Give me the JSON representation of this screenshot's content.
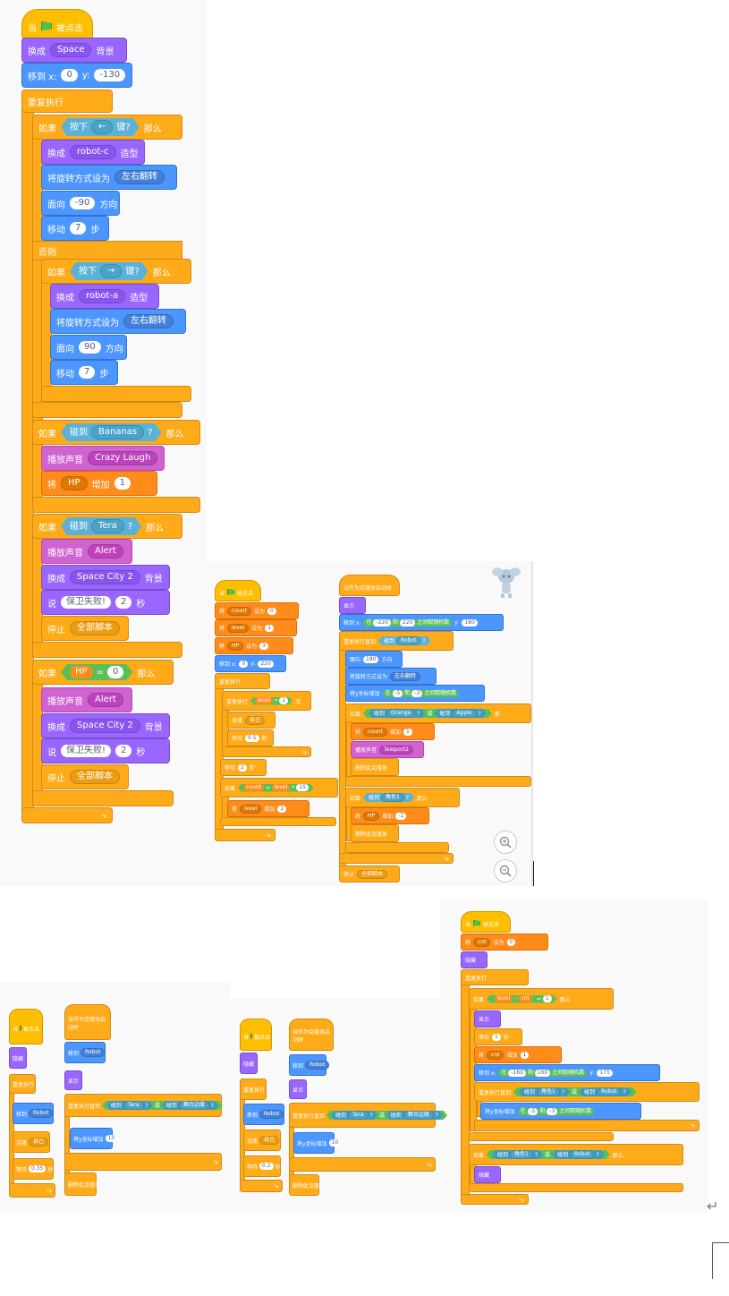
{
  "s1": {
    "hat": [
      "当",
      "被点击"
    ],
    "switch_backdrop": [
      "换成",
      "Space",
      "背景"
    ],
    "goto": [
      "移到 x:",
      "0",
      "y:",
      "-130"
    ],
    "forever": "重复执行",
    "if1": [
      "如果",
      "按下",
      "←",
      "键?",
      "那么"
    ],
    "costume1": [
      "换成",
      "robot-c",
      "造型"
    ],
    "rot1": [
      "将旋转方式设为",
      "左右翻转"
    ],
    "dir1": [
      "面向",
      "-90",
      "方向"
    ],
    "move1": [
      "移动",
      "7",
      "步"
    ],
    "else": "否则",
    "if2": [
      "如果",
      "按下",
      "→",
      "键?",
      "那么"
    ],
    "costume2": [
      "换成",
      "robot-a",
      "造型"
    ],
    "rot2": [
      "将旋转方式设为",
      "左右翻转"
    ],
    "dir2": [
      "面向",
      "90",
      "方向"
    ],
    "move2": [
      "移动",
      "7",
      "步"
    ],
    "if3": [
      "如果",
      "碰到",
      "Bananas",
      "?",
      "那么"
    ],
    "snd3": [
      "播放声音",
      "Crazy Laugh"
    ],
    "chg3": [
      "将",
      "HP",
      "增加",
      "1"
    ],
    "if4": [
      "如果",
      "碰到",
      "Tera",
      "?",
      "那么"
    ],
    "snd4": [
      "播放声音",
      "Alert"
    ],
    "bd4": [
      "换成",
      "Space City 2",
      "背景"
    ],
    "say4": [
      "说",
      "保卫失败!",
      "2",
      "秒"
    ],
    "stop4": [
      "停止",
      "全部脚本"
    ],
    "if5": [
      "如果",
      "HP",
      "=",
      "0",
      "那么"
    ],
    "snd5": [
      "播放声音",
      "Alert"
    ],
    "bd5": [
      "换成",
      "Space City 2",
      "背景"
    ],
    "say5": [
      "说",
      "保卫失败!",
      "2",
      "秒"
    ],
    "stop5": [
      "停止",
      "全部脚本"
    ]
  },
  "s2": {
    "hat": [
      "当",
      "被点击"
    ],
    "set1": [
      "将",
      "count",
      "设为",
      "0"
    ],
    "set2": [
      "将",
      "level",
      "设为",
      "1"
    ],
    "set3": [
      "将",
      "HP",
      "设为",
      "3"
    ],
    "goto": [
      "移到 x:",
      "0",
      "y:",
      "220"
    ],
    "forever": "重复执行",
    "repeat": [
      "重复执行",
      "level",
      "*",
      "1",
      "次"
    ],
    "clone": [
      "克隆",
      "自己"
    ],
    "wait1": [
      "等待",
      "0.5",
      "秒"
    ],
    "wait2": [
      "等待",
      "2",
      "秒"
    ],
    "if": [
      "如果",
      "count",
      ">",
      "level",
      "*",
      "15"
    ],
    "chg": [
      "将",
      "level",
      "增加",
      "1"
    ]
  },
  "s3": {
    "hat": "当作为克隆体启动时",
    "show": "显示",
    "goto": [
      "移到 x:",
      "在",
      "-220",
      "和",
      "220",
      "之间取随机数",
      "y:",
      "180"
    ],
    "until": [
      "重复执行直到",
      "碰到",
      "Robot",
      "?"
    ],
    "dir": [
      "面向",
      "180",
      "方向"
    ],
    "rot": [
      "将旋转方式设为",
      "左右翻转"
    ],
    "chgy": [
      "将y坐标增加",
      "在",
      "-5",
      "和",
      "-3",
      "之间取随机数"
    ],
    "if1": [
      "如果",
      "碰到",
      "Orange",
      "?",
      "或",
      "碰到",
      "Apple",
      "?",
      "那"
    ],
    "chg1": [
      "将",
      "count",
      "增加",
      "1"
    ],
    "snd": [
      "播放声音",
      "Teleport2"
    ],
    "del1": "删除此克隆体",
    "if2": [
      "如果",
      "碰到",
      "角色1",
      "?",
      "那么"
    ],
    "chg2": [
      "将",
      "HP",
      "增加",
      "-1"
    ],
    "del2": "删除此克隆体",
    "stop": [
      "停止",
      "全部脚本"
    ]
  },
  "s4": {
    "hat": [
      "当",
      "被点击"
    ],
    "hide": "隐藏",
    "forever": "重复执行",
    "goto": [
      "移到",
      "Robot"
    ],
    "clone": [
      "克隆",
      "自己"
    ],
    "wait": [
      "等待",
      "0.35",
      "秒"
    ]
  },
  "s5": {
    "hat": "当作为克隆体启动时",
    "goto": [
      "移到",
      "Robot"
    ],
    "show": "显示",
    "until": [
      "重复执行直到",
      "碰到",
      "Tera",
      "?",
      "或",
      "碰到",
      "舞台边缘",
      "?"
    ],
    "chgy": [
      "将y坐标增加",
      "10"
    ],
    "del": "删除此克隆体"
  },
  "s6": {
    "hat": [
      "当",
      "被点击"
    ],
    "hide": "隐藏",
    "forever": "重复执行",
    "goto": [
      "移到",
      "Robot"
    ],
    "clone": [
      "克隆",
      "自己"
    ],
    "wait": [
      "等待",
      "0.2",
      "秒"
    ]
  },
  "s7": {
    "hat": "当作为克隆体启动时",
    "goto": [
      "移到",
      "Robot"
    ],
    "show": "显示",
    "until": [
      "重复执行直到",
      "碰到",
      "Tera",
      "?",
      "或",
      "碰到",
      "舞台边缘",
      "?"
    ],
    "chgy": [
      "将y坐标增加",
      "10"
    ],
    "del": "删除此克隆体"
  },
  "s8": {
    "hat": [
      "当",
      "被点击"
    ],
    "set": [
      "将",
      "cnt",
      "设为",
      "0"
    ],
    "hide": "隐藏",
    "forever": "重复执行",
    "if1": [
      "如果",
      "level",
      "-",
      "cnt",
      "=",
      "1",
      "那么"
    ],
    "show": "显示",
    "wait": [
      "等待",
      "1",
      "秒"
    ],
    "chg": [
      "将",
      "cnt",
      "增加",
      "1"
    ],
    "goto": [
      "移到 x:",
      "在",
      "-160",
      "和",
      "160",
      "之间取随机数",
      "y:",
      "175"
    ],
    "until": [
      "重复执行直到",
      "碰到",
      "角色1",
      "?",
      "或",
      "碰到",
      "Robot",
      "?"
    ],
    "chgy": [
      "将y坐标增加",
      "在",
      "-5",
      "和",
      "-3",
      "之间取随机数"
    ],
    "if2": [
      "如果",
      "碰到",
      "角色1",
      "?",
      "或",
      "碰到",
      "Robot",
      "?",
      "那么"
    ],
    "hide2": "隐藏"
  },
  "ui": {
    "zoom_in_icon": "zoom-in",
    "zoom_out_icon": "zoom-out",
    "return_mark": "↵"
  }
}
